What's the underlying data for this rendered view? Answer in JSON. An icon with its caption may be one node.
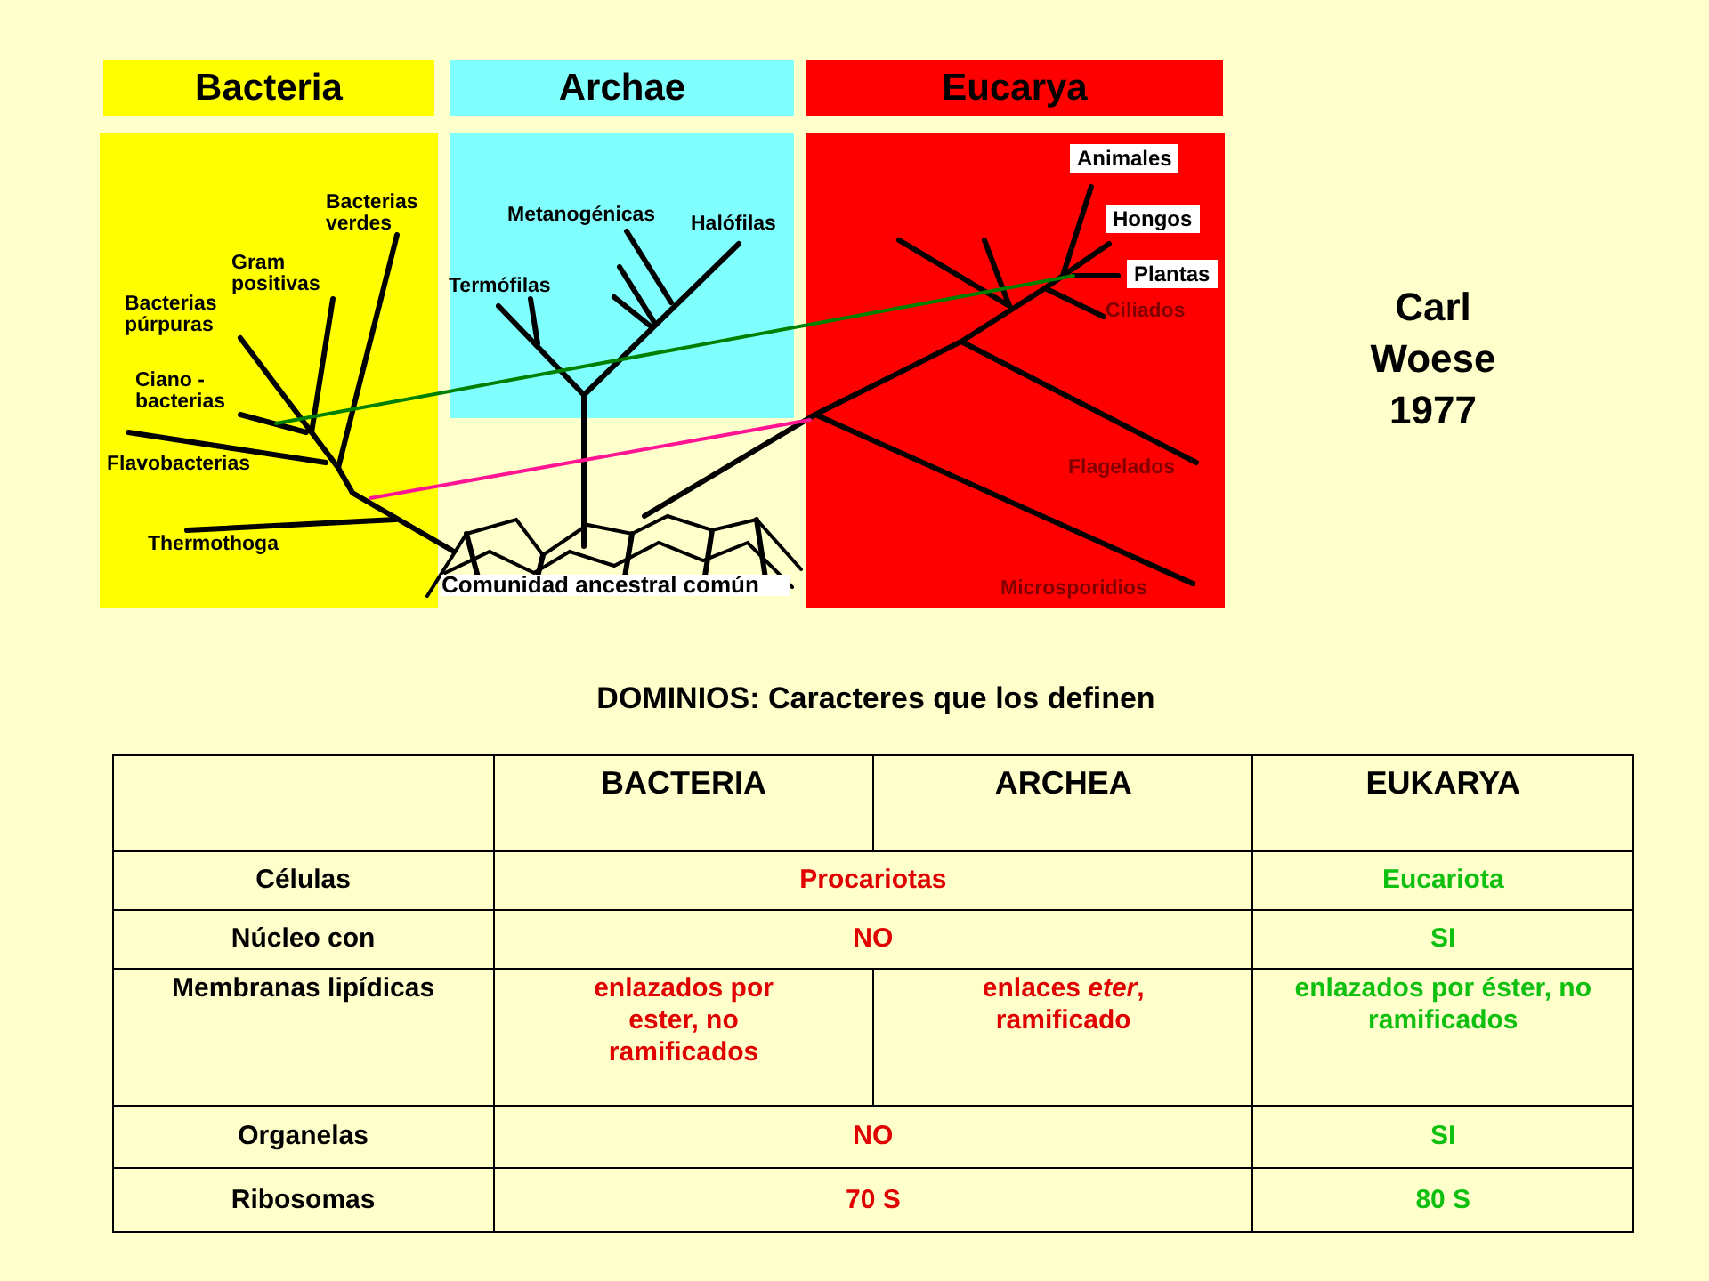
{
  "diagram": {
    "nodes": [
      {
        "text": [
          "Bacteria"
        ]
      },
      {
        "text": [
          "Archae"
        ]
      },
      {
        "text": [
          "Eucarya"
        ]
      },
      {
        "text": [
          "Animales"
        ]
      },
      {
        "text": [
          "Hongos"
        ]
      },
      {
        "text": [
          "Plantas"
        ]
      }
    ],
    "labels": [
      "Bacterias verdes",
      "Gram positivas",
      "Bacterias púrpuras",
      "Ciano - bacterias",
      "Flavobacterias",
      "Thermothoga",
      "Metanogénicas",
      "Halófilas",
      "Termófilas",
      "Ciliados",
      "Flagelados",
      "Comunidad ancestral común",
      "Microsporidios",
      "Carl Woese 1977",
      "DOMINIOS: Caracteres que los definen",
      "BACTERIA",
      "ARCHEA",
      "EUKARYA",
      "Células",
      "Procariotas",
      "Eucariota",
      "Núcleo con",
      "NO",
      "SI",
      "Membranas lipídicas",
      "enlazados por ester, no ramificados",
      "enlaces *eter*, ramificado",
      "enlazados por éster, no ramificados",
      "Organelas",
      "NO",
      "SI",
      "Ribosomas",
      "70 S",
      "80 S"
    ]
  }
}
